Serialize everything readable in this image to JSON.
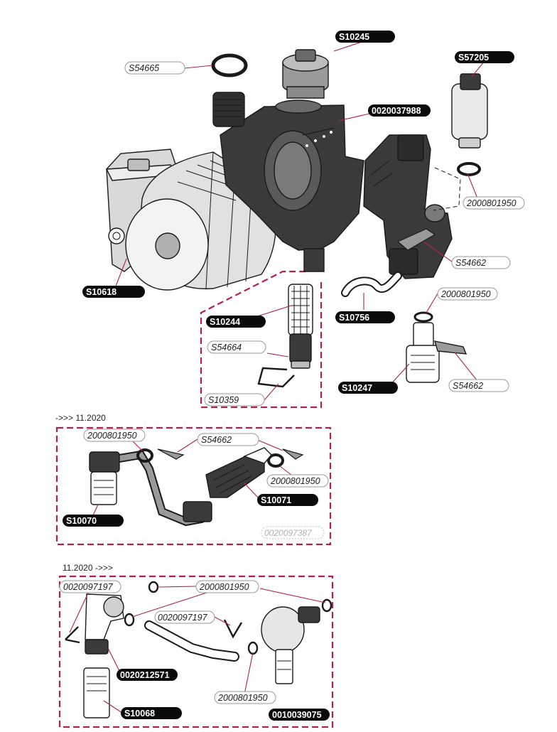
{
  "colors": {
    "accent": "#b4204a",
    "label_dark": "#0b0b0b",
    "part_dark": "#3a3a3a",
    "part_mid": "#9a9a9a",
    "part_light": "#e6e6e6"
  },
  "sections": {
    "note_before": "->>> 11.2020",
    "note_after": "11.2020 ->>>"
  },
  "labels": {
    "s10245": "S10245",
    "s54665": "S54665",
    "s57205": "S57205",
    "c0020037988": "0020037988",
    "c2000801950_a": "2000801950",
    "s54662_a": "S54662",
    "s10618": "S10618",
    "s10244": "S10244",
    "c2000801950_b": "2000801950",
    "s10756": "S10756",
    "s54664": "S54664",
    "s10359": "S10359",
    "s10247": "S10247",
    "s54662_b": "S54662",
    "c2000801950_c": "2000801950",
    "s54662_c": "S54662",
    "c2000801950_d": "2000801950",
    "s10071": "S10071",
    "s10070": "S10070",
    "c0020097387": "0020097387",
    "c0020097197_a": "0020097197",
    "c2000801950_e": "2000801950",
    "c0020097197_b": "0020097197",
    "c0020212571": "0020212571",
    "c2000801950_f": "2000801950",
    "s10068": "S10068",
    "c0010039075": "0010039075"
  }
}
